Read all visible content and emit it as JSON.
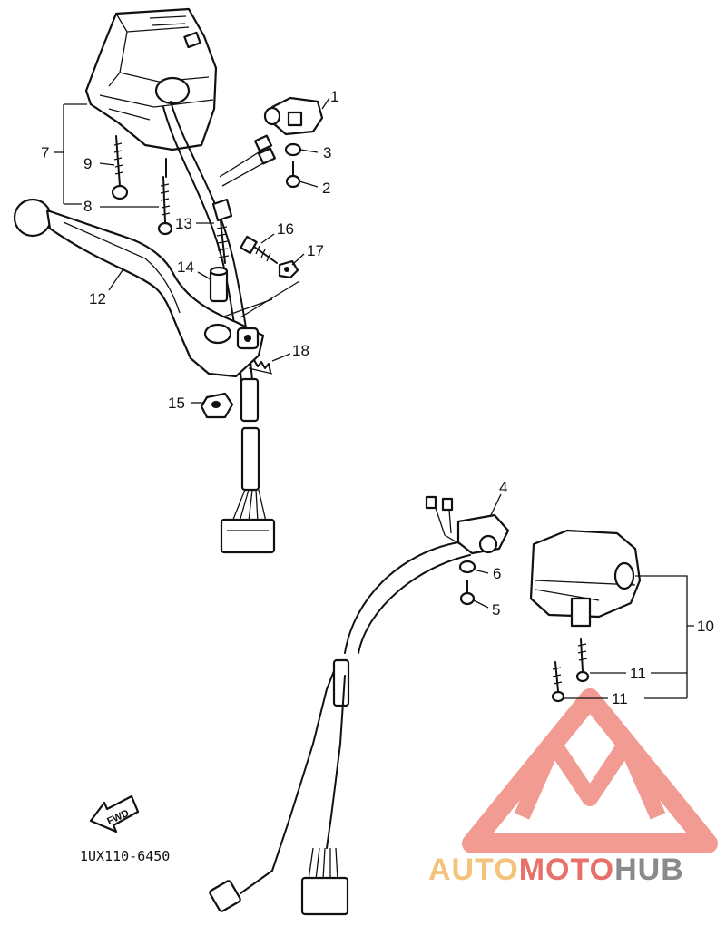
{
  "callouts": [
    "1",
    "2",
    "3",
    "4",
    "5",
    "6",
    "7",
    "8",
    "9",
    "10",
    "11",
    "11",
    "12",
    "13",
    "14",
    "15",
    "16",
    "17",
    "18"
  ],
  "diagram_code": "1UX110-6450",
  "fwd_label": "FWD",
  "watermark": {
    "part1": "AUTO",
    "part2": "MOTO",
    "part3": "HUB",
    "color_light": "#f4c27a",
    "color_red": "#e8706b",
    "color_grey": "#8a8a8a"
  }
}
